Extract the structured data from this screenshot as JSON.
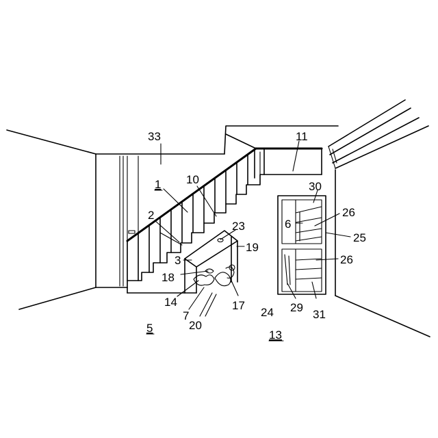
{
  "figure": {
    "reference_numerals": {
      "n1": "1",
      "n2": "2",
      "n3": "3",
      "n5": "5",
      "n6": "6",
      "n7": "7",
      "n10": "10",
      "n11": "11",
      "n13": "13",
      "n14": "14",
      "n17": "17",
      "n18": "18",
      "n19": "19",
      "n20": "20",
      "n23": "23",
      "n24": "24",
      "n25": "25",
      "n26a": "26",
      "n26b": "26",
      "n29": "29",
      "n30": "30",
      "n31": "31",
      "n33": "33"
    }
  }
}
